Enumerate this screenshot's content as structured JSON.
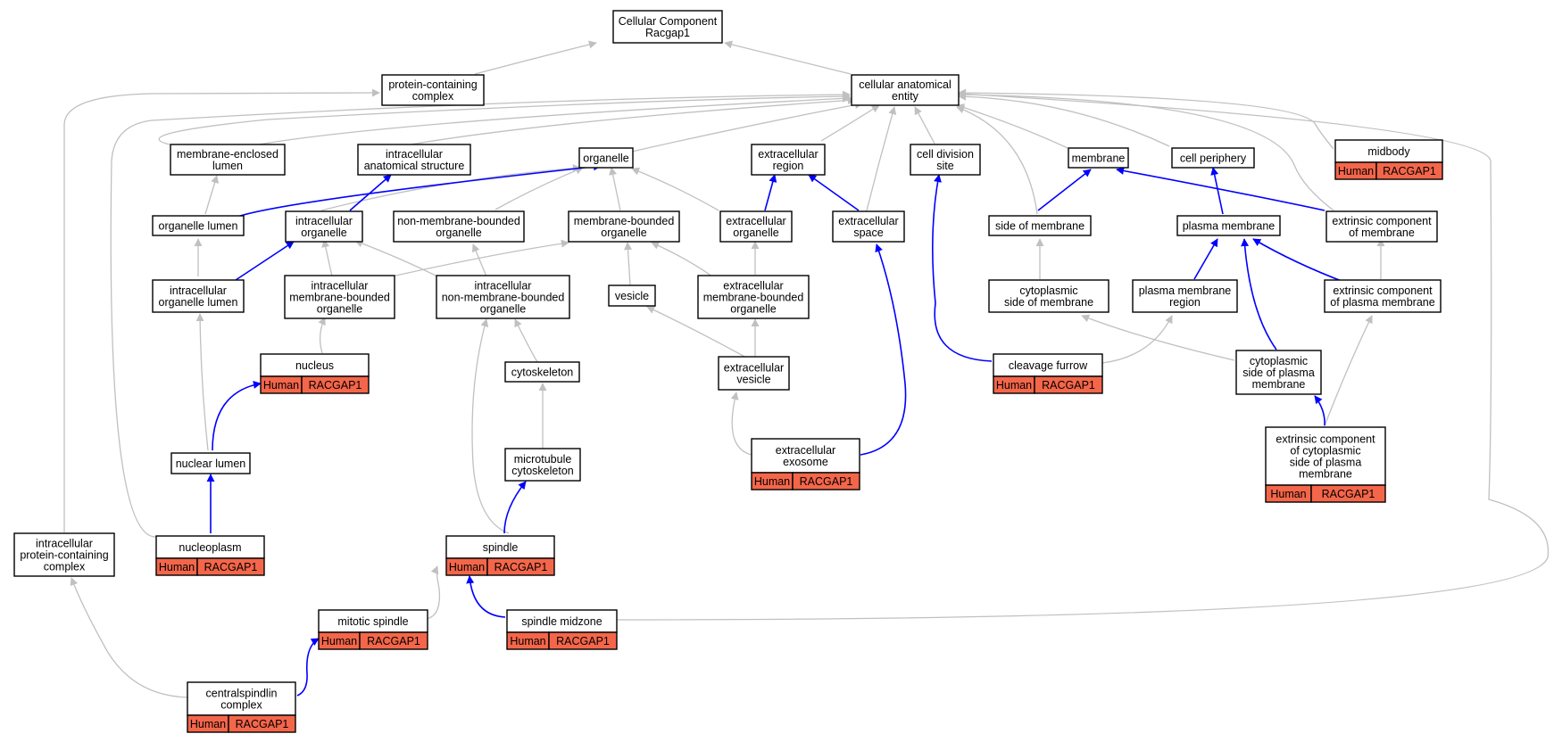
{
  "colors": {
    "annotation_fill": "#f4664a",
    "is_a_edge": "#c0c0c0",
    "part_of_edge": "#0000ff"
  },
  "nodes": {
    "root": [
      "Cellular Component",
      "Racgap1"
    ],
    "pcc": [
      "protein-containing",
      "complex"
    ],
    "cae": [
      "cellular anatomical",
      "entity"
    ],
    "mel": [
      "membrane-enclosed",
      "lumen"
    ],
    "ias": [
      "intracellular",
      "anatomical structure"
    ],
    "org": [
      "organelle"
    ],
    "exr": [
      "extracellular",
      "region"
    ],
    "cds": [
      "cell division",
      "site"
    ],
    "mem": [
      "membrane"
    ],
    "cp": [
      "cell periphery"
    ],
    "midbody": [
      "midbody"
    ],
    "ol": [
      "organelle lumen"
    ],
    "io": [
      "intracellular",
      "organelle"
    ],
    "nmbo": [
      "non-membrane-bounded",
      "organelle"
    ],
    "mbo": [
      "membrane-bounded",
      "organelle"
    ],
    "exo": [
      "extracellular",
      "organelle"
    ],
    "exs": [
      "extracellular",
      "space"
    ],
    "som": [
      "side of membrane"
    ],
    "pm": [
      "plasma membrane"
    ],
    "ecm": [
      "extrinsic component",
      "of membrane"
    ],
    "iol": [
      "intracellular",
      "organelle lumen"
    ],
    "imbo": [
      "intracellular",
      "membrane-bounded",
      "organelle"
    ],
    "inmbo": [
      "intracellular",
      "non-membrane-bounded",
      "organelle"
    ],
    "ves": [
      "vesicle"
    ],
    "embo": [
      "extracellular",
      "membrane-bounded",
      "organelle"
    ],
    "csm": [
      "cytoplasmic",
      "side of membrane"
    ],
    "pmr": [
      "plasma membrane",
      "region"
    ],
    "ecpm": [
      "extrinsic component",
      "of plasma membrane"
    ],
    "nuc": [
      "nucleus"
    ],
    "cyto": [
      "cytoskeleton"
    ],
    "exv": [
      "extracellular",
      "vesicle"
    ],
    "cf": [
      "cleavage furrow"
    ],
    "cspm": [
      "cytoplasmic",
      "side of plasma",
      "membrane"
    ],
    "nl": [
      "nuclear lumen"
    ],
    "mtc": [
      "microtubule",
      "cytoskeleton"
    ],
    "exosome": [
      "extracellular",
      "exosome"
    ],
    "ecc": [
      "extrinsic component",
      "of cytoplasmic",
      "side of plasma",
      "membrane"
    ],
    "ipcc": [
      "intracellular",
      "protein-containing",
      "complex"
    ],
    "nucleoplasm": [
      "nucleoplasm"
    ],
    "spindle": [
      "spindle"
    ],
    "ms": [
      "mitotic spindle"
    ],
    "smz": [
      "spindle midzone"
    ],
    "csc": [
      "centralspindlin",
      "complex"
    ]
  },
  "annotation": {
    "species": "Human",
    "gene": "RACGAP1"
  }
}
